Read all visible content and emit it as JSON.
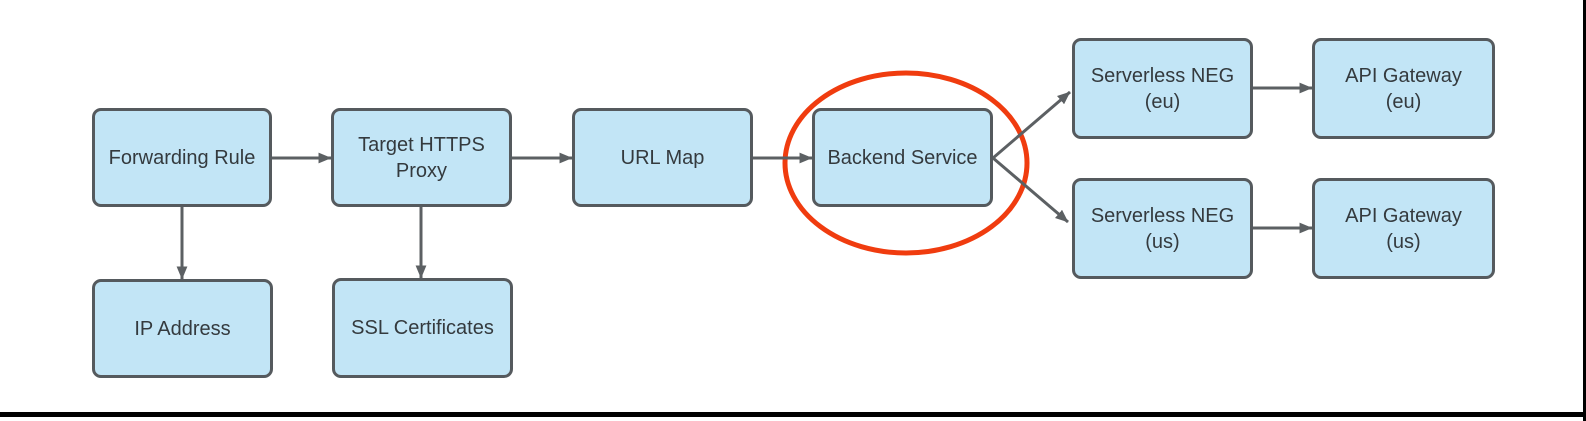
{
  "colors": {
    "node_fill": "#c2e5f6",
    "node_border": "#555a5e",
    "text_color": "#343a3e",
    "arrow_color": "#5c6063",
    "highlight_color": "#f03c0f"
  },
  "nodes": [
    {
      "id": "forwarding-rule",
      "label": "Forwarding Rule"
    },
    {
      "id": "target-https-proxy",
      "label": "Target HTTPS\nProxy"
    },
    {
      "id": "url-map",
      "label": "URL Map"
    },
    {
      "id": "backend-service",
      "label": "Backend Service",
      "highlighted": true
    },
    {
      "id": "serverless-neg-eu",
      "label": "Serverless NEG\n(eu)"
    },
    {
      "id": "api-gateway-eu",
      "label": "API Gateway\n(eu)"
    },
    {
      "id": "serverless-neg-us",
      "label": "Serverless NEG\n(us)"
    },
    {
      "id": "api-gateway-us",
      "label": "API Gateway\n(us)"
    },
    {
      "id": "ip-address",
      "label": "IP Address"
    },
    {
      "id": "ssl-certificates",
      "label": "SSL Certificates"
    }
  ],
  "edges": [
    {
      "from": "Forwarding Rule",
      "to": "Target HTTPS Proxy"
    },
    {
      "from": "Target HTTPS Proxy",
      "to": "URL Map"
    },
    {
      "from": "URL Map",
      "to": "Backend Service"
    },
    {
      "from": "Backend Service",
      "to": "Serverless NEG (eu)"
    },
    {
      "from": "Backend Service",
      "to": "Serverless NEG (us)"
    },
    {
      "from": "Serverless NEG (eu)",
      "to": "API Gateway (eu)"
    },
    {
      "from": "Serverless NEG (us)",
      "to": "API Gateway (us)"
    },
    {
      "from": "Forwarding Rule",
      "to": "IP Address"
    },
    {
      "from": "Target HTTPS Proxy",
      "to": "SSL Certificates"
    }
  ],
  "annotations": [
    {
      "type": "ellipse-highlight",
      "around": "Backend Service",
      "color": "#f03c0f"
    }
  ]
}
